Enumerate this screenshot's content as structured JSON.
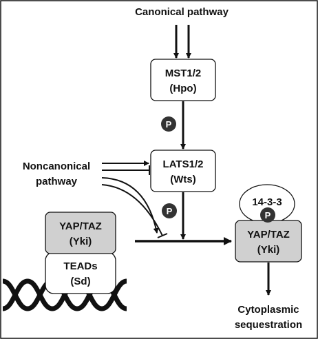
{
  "canonical_label": "Canonical pathway",
  "noncanonical_label": [
    "Noncanonical",
    "pathway"
  ],
  "nodes": {
    "mst": [
      "MST1/2",
      "(Hpo)"
    ],
    "lats": [
      "LATS1/2",
      "(Wts)"
    ],
    "yap_left": [
      "YAP/TAZ",
      "(Yki)"
    ],
    "teads": [
      "TEADs",
      "(Sd)"
    ],
    "yap_right": [
      "YAP/TAZ",
      "(Yki)"
    ],
    "fourteen33": "14-3-3"
  },
  "phospho_symbol": "P",
  "outcome_label": [
    "Cytoplasmic",
    "sequestration"
  ],
  "colors": {
    "line": "#111111",
    "box_fill": "#ffffff",
    "yap_fill": "#d0d0d0",
    "phospho_fill": "#333333",
    "dna": "#111111"
  }
}
